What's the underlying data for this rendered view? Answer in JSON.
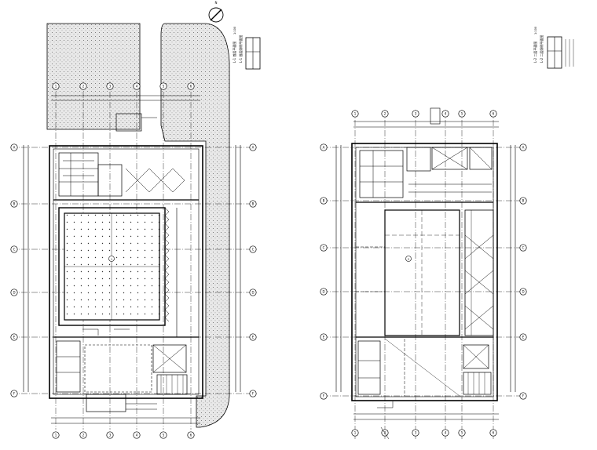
{
  "plans": [
    {
      "id": "first-floor-plan",
      "title_block": {
        "line1": "L-1 首层平面图",
        "line2": "L-1 首层照明平面图",
        "scale": "1:100"
      },
      "axes_x": [
        "1",
        "2",
        "3",
        "4",
        "5",
        "6"
      ],
      "axes_y": [
        "A",
        "B",
        "C",
        "D",
        "E",
        "F"
      ],
      "room_tag": "1"
    },
    {
      "id": "second-floor-plan",
      "title_block": {
        "line1": "L-2 二层平面图",
        "line2": "L-2 二层照明平面图",
        "scale": "1:100"
      },
      "axes_x": [
        "1",
        "2",
        "3",
        "4",
        "5",
        "6"
      ],
      "axes_y": [
        "A",
        "B",
        "C",
        "D",
        "E",
        "F"
      ],
      "room_tag": "2"
    }
  ],
  "north_arrow": {
    "symbol": "N"
  },
  "colors": {
    "line": "#000000",
    "hatch": "#d9d9d9",
    "background": "#ffffff"
  }
}
